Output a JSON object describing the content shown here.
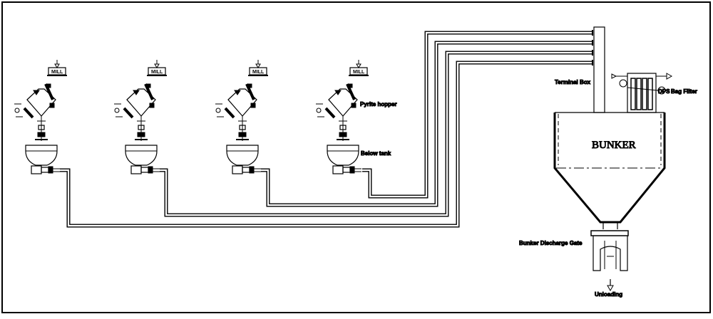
{
  "diagram": {
    "labels": {
      "pyrite_hopper": "Pyrite hopper",
      "below_tank": "Below tank",
      "terminal_box": "Terminal Box",
      "bag_filter": "Bag Filter",
      "dps": "DPS",
      "bunker": "BUNKER",
      "bunker_discharge_gate": "Bunker Discharge Gate",
      "unloading": "Unloading"
    },
    "units": [
      {
        "mill_label": "MILL"
      },
      {
        "mill_label": "MILL"
      },
      {
        "mill_label": "MILL"
      },
      {
        "mill_label": "MILL"
      }
    ],
    "colors": {
      "line": "#000000",
      "background": "#ffffff"
    }
  }
}
